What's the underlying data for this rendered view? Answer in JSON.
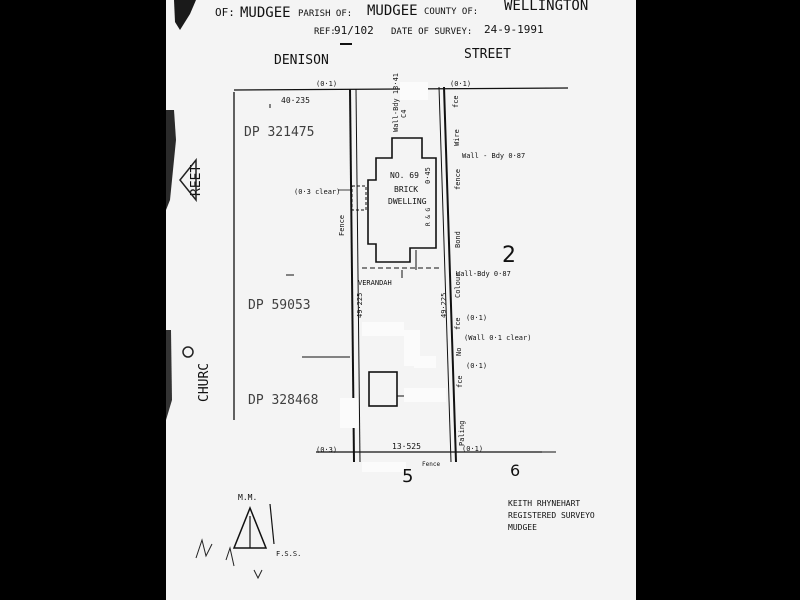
{
  "header": {
    "of_label": "OF:",
    "town": "MUDGEE",
    "parish_label": "PARISH OF:",
    "parish": "MUDGEE",
    "county_label": "COUNTY OF:",
    "county": "WELLINGTON",
    "ref_label": "REF:",
    "ref": "91/102",
    "date_label": "DATE OF SURVEY:",
    "date": "24-9-1991"
  },
  "streets": {
    "north_left": "DENISON",
    "north_right": "STREET",
    "west_top": "REET",
    "west_bottom": "CHURC"
  },
  "lots": {
    "dp_top": "DP 321475",
    "dp_mid": "DP 59053",
    "dp_bottom": "DP 328468",
    "lot_east": "2",
    "lot_south": "5",
    "lot_south_east": "6"
  },
  "measurements": {
    "north_offset_left": "(0·1)",
    "north_offset_right": "(0·1)",
    "north_frontage": "40·235",
    "wall_bdy_top": "Wall-Bdy 13·41",
    "wall_bdy_vert": "Wall-Bdy",
    "east_wall_bdy_1": "Wall - Bdy 0·87",
    "east_wall_bdy_2": "Wall-Bdy 0·87",
    "clear_left": "(0·3 clear)",
    "clear_east_1": "(0·1)",
    "clear_east_2": "(Wall 0·1 clear)",
    "clear_east_3": "(0·1)",
    "south_offset_left": "(0·3)",
    "south_offset_right": "(0·1)",
    "south_frontage": "13·525",
    "west_side": "49·225",
    "east_side": "49·225",
    "dim_045": "0·45"
  },
  "labels": {
    "house_number": "NO. 69",
    "house_type_1": "BRICK",
    "house_type_2": "DWELLING",
    "verandah": "VERANDAH",
    "fence_west": "Fence",
    "fence_south": "Fence",
    "fence_east": "fence",
    "bond": "Bond",
    "colour": "Colour",
    "wire": "Wire",
    "fce_1": "fce",
    "fce_2": "fce",
    "fce_3": "fce",
    "no": "No",
    "paling": "Paling",
    "c4": "C4",
    "rsg": "R & G"
  },
  "footer": {
    "north_marker": "M.M.",
    "fss": "F.S.S.",
    "surveyor_name": "KEITH RHYNEHART",
    "surveyor_title": "REGISTERED SURVEYO",
    "surveyor_town": "MUDGEE"
  }
}
